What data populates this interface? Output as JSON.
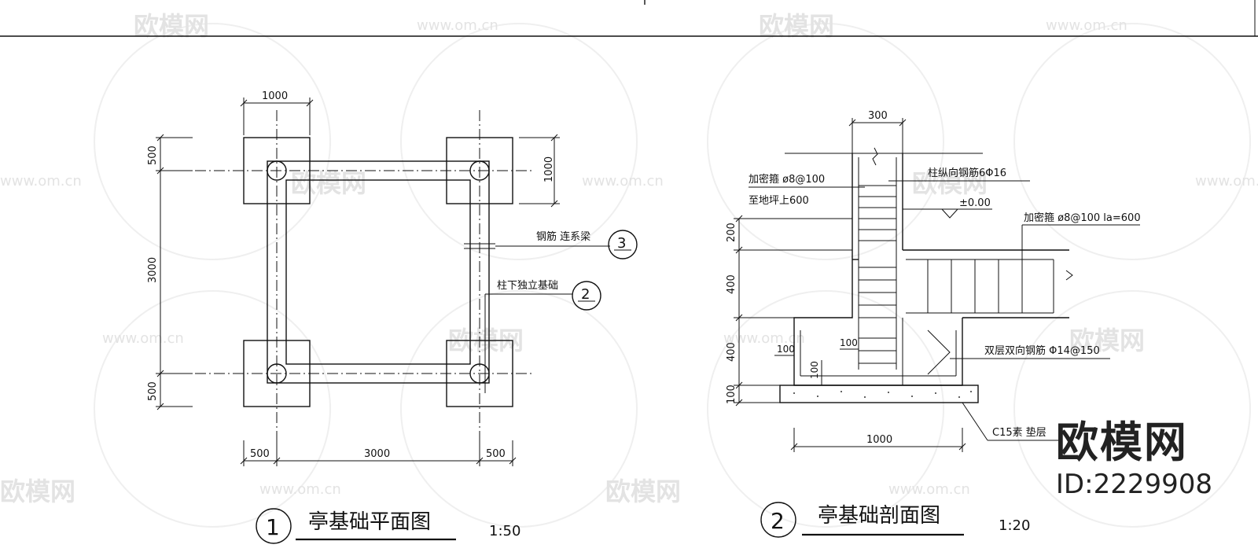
{
  "watermark": {
    "brand": "欧模网",
    "url": "www.om.cn"
  },
  "brand_stamp": {
    "name": "欧模网",
    "id": "ID:2229908"
  },
  "plan": {
    "number": "1",
    "title": "亭基础平面图",
    "scale": "1:50",
    "dims": {
      "top_width": "1000",
      "right_height": "1000",
      "left_top": "500",
      "left_middle": "3000",
      "left_bottom": "500",
      "bottom_left": "500",
      "bottom_middle": "3000",
      "bottom_right": "500"
    },
    "callouts": {
      "beam_label": "钢筋  连系梁",
      "beam_ref": "3",
      "footing_label": "柱下独立基础",
      "footing_ref": "2"
    }
  },
  "section": {
    "number": "2",
    "title": "亭基础剖面图",
    "scale": "1:20",
    "dims": {
      "column_width": "300",
      "base_width": "1000",
      "h200": "200",
      "h400a": "400",
      "h400b": "400",
      "h100": "100",
      "edge100a": "100",
      "edge100b": "100",
      "edge100c": "100"
    },
    "labels": {
      "stirrup_dense": "加密箍 ø8@100",
      "stirrup_height": "至地坪上600",
      "longitudinal": "柱纵向钢筋6Φ16",
      "elevation": "±0.00",
      "stirrup_beam": "加密箍 ø8@100  la=600",
      "mesh": "双层双向钢筋 Φ14@150",
      "cushion": "C15素  垫层"
    }
  }
}
